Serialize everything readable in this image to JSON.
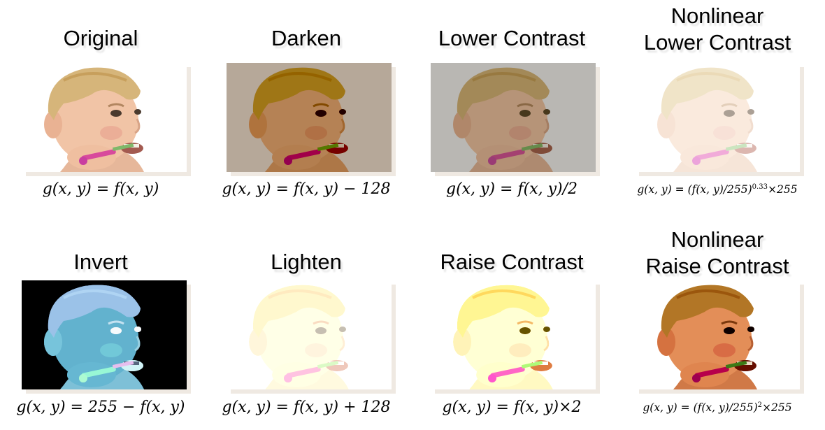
{
  "panels": [
    {
      "title": "Original",
      "formula": "g(x, y) = f(x, y)",
      "effect": "original"
    },
    {
      "title": "Darken",
      "formula": "g(x, y) = f(x, y) − 128",
      "effect": "darken"
    },
    {
      "title": "Lower Contrast",
      "formula": "g(x, y) = f(x, y)/2",
      "effect": "lower-contrast"
    },
    {
      "title_line1": "Nonlinear",
      "title_line2": "Lower Contrast",
      "formula_a": "g(x, y) = (f(x, y)/255)",
      "formula_exp": "0.33",
      "formula_b": "×255",
      "effect": "nonlinear-lower"
    },
    {
      "title": "Invert",
      "formula": "g(x, y) = 255 − f(x, y)",
      "effect": "invert"
    },
    {
      "title": "Lighten",
      "formula": "g(x, y) = f(x, y) + 128",
      "effect": "lighten"
    },
    {
      "title": "Raise Contrast",
      "formula": "g(x, y) = f(x, y)×2",
      "effect": "raise-contrast"
    },
    {
      "title_line1": "Nonlinear",
      "title_line2": "Raise Contrast",
      "formula_a": "g(x, y) = (f(x, y)/255)",
      "formula_exp": "2",
      "formula_b": "×255",
      "effect": "nonlinear-raise"
    }
  ]
}
